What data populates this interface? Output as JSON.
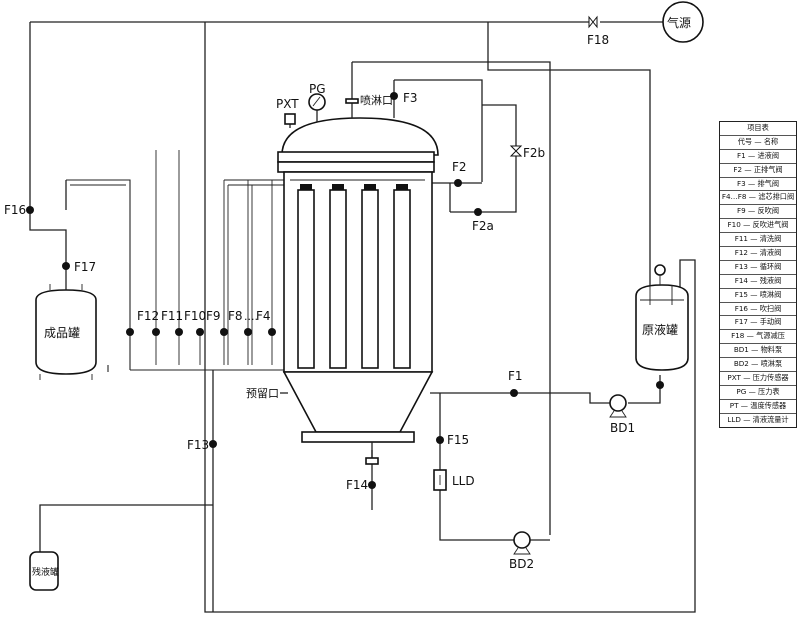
{
  "labels": {
    "gas_source": "气源",
    "product_tank": "成品罐",
    "raw_tank": "原液罐",
    "waste_tank": "残液罐",
    "spray_port": "喷淋口",
    "reserve_port": "预留口",
    "PXT": "PXT",
    "PG": "PG",
    "LLD": "LLD",
    "BD1": "BD1",
    "BD2": "BD2",
    "F1": "F1",
    "F2": "F2",
    "F2a": "F2a",
    "F2b": "F2b",
    "F3": "F3",
    "F4": "F4",
    "F8": "F8",
    "F9": "F9",
    "F10": "F10",
    "F11": "F11",
    "F12": "F12",
    "F13": "F13",
    "F14": "F14",
    "F15": "F15",
    "F16": "F16",
    "F17": "F17",
    "F18": "F18",
    "dots": "...."
  },
  "legend": {
    "title": "项目表",
    "rows": [
      "代号 — 名称",
      "F1 — 进液阀",
      "F2 — 正排气阀",
      "F3 — 排气阀",
      "F4…F8 — 滤芯排口阀",
      "F9 — 反吹阀",
      "F10 — 反吹进气阀",
      "F11 — 清洗阀",
      "F12 — 清液阀",
      "F13 — 循环阀",
      "F14 — 残液阀",
      "F15 — 喷淋阀",
      "F16 — 吹扫阀",
      "F17 — 手动阀",
      "F18 — 气源减压",
      "BD1 — 物料泵",
      "BD2 — 喷淋泵",
      "PXT — 压力传感器",
      "PG — 压力表",
      "PT — 温度传感器",
      "LLD — 清液流量计"
    ]
  }
}
